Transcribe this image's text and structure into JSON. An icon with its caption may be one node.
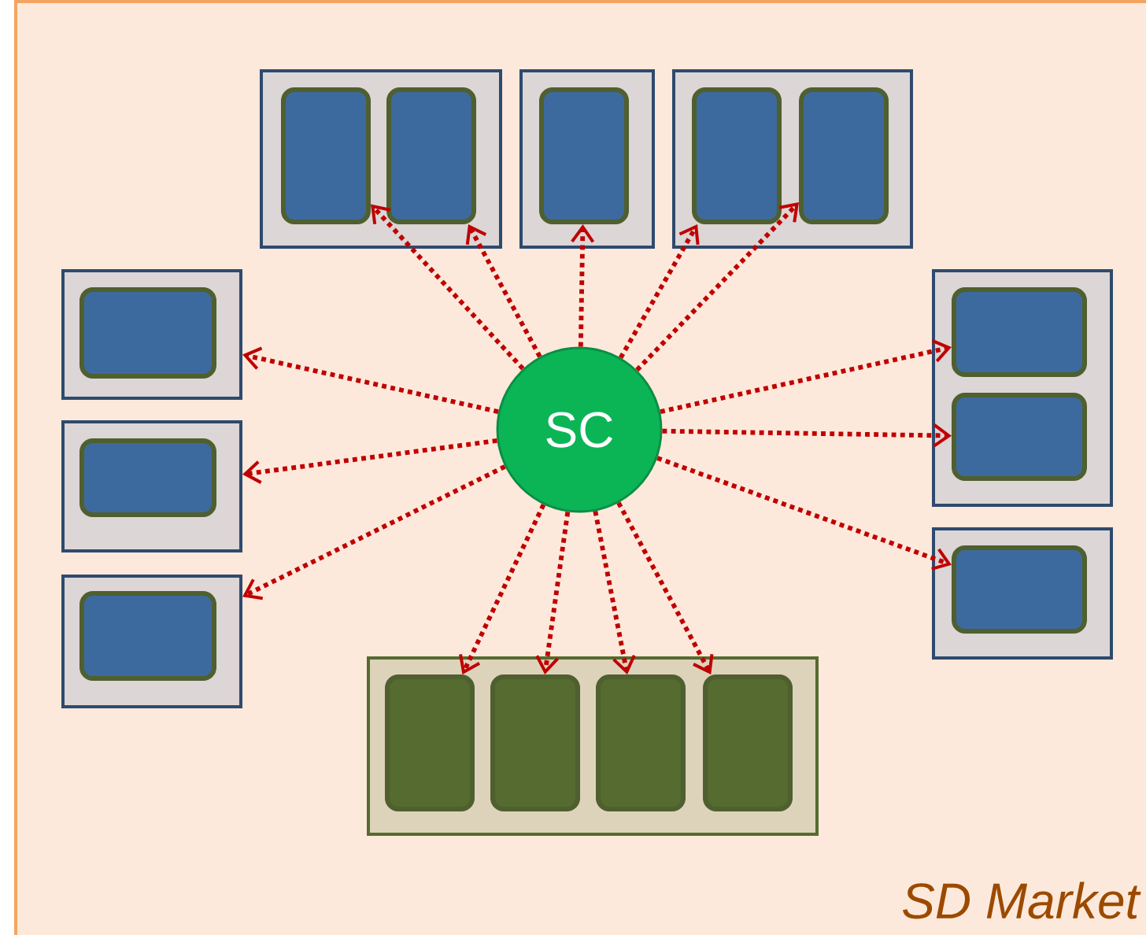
{
  "diagram": {
    "nodes": [
      {
        "text": [],
        "shape": "box"
      },
      {
        "text": [],
        "shape": "box",
        "in": 0
      },
      {
        "text": [],
        "shape": "box",
        "in": 0
      },
      {
        "text": [],
        "shape": "box"
      },
      {
        "text": [],
        "shape": "box",
        "in": 3
      },
      {
        "text": [],
        "shape": "box"
      },
      {
        "text": [],
        "shape": "box",
        "in": 5
      },
      {
        "text": [],
        "shape": "box",
        "in": 5
      },
      {
        "text": [],
        "shape": "box"
      },
      {
        "text": [],
        "shape": "box",
        "in": 8
      },
      {
        "text": [],
        "shape": "box"
      },
      {
        "text": [],
        "shape": "box",
        "in": 10
      },
      {
        "text": [],
        "shape": "box"
      },
      {
        "text": [],
        "shape": "box",
        "in": 12
      },
      {
        "text": [
          "SC"
        ]
      },
      {
        "text": [],
        "shape": "box"
      },
      {
        "text": [],
        "shape": "box",
        "in": 15
      },
      {
        "text": [],
        "shape": "box",
        "in": 15
      },
      {
        "text": [],
        "shape": "box"
      },
      {
        "text": [],
        "shape": "box",
        "in": 18
      },
      {
        "text": [],
        "shape": "box"
      },
      {
        "text": [],
        "shape": "box",
        "in": 20
      },
      {
        "text": [],
        "shape": "box",
        "in": 20
      },
      {
        "text": [],
        "shape": "box",
        "in": 20
      },
      {
        "text": [],
        "shape": "box",
        "in": 20
      }
    ],
    "edges": [
      {
        "from": 14,
        "to": 1,
        "arrow": "to"
      },
      {
        "from": 14,
        "to": 2,
        "arrow": "to"
      },
      {
        "from": 14,
        "to": 4,
        "arrow": "to"
      },
      {
        "from": 14,
        "to": 6,
        "arrow": "to"
      },
      {
        "from": 14,
        "to": 7,
        "arrow": "to"
      },
      {
        "from": 14,
        "to": 8,
        "arrow": "to"
      },
      {
        "from": 14,
        "to": 10,
        "arrow": "to"
      },
      {
        "from": 14,
        "to": 12,
        "arrow": "to"
      },
      {
        "from": 14,
        "to": 16,
        "arrow": "to"
      },
      {
        "from": 14,
        "to": 17,
        "arrow": "to"
      },
      {
        "from": 14,
        "to": 19,
        "arrow": "to"
      },
      {
        "from": 14,
        "to": 21,
        "arrow": "to"
      },
      {
        "from": 14,
        "to": 22,
        "arrow": "to"
      },
      {
        "from": 14,
        "to": 23,
        "arrow": "to"
      },
      {
        "from": 14,
        "to": 24,
        "arrow": "to"
      }
    ],
    "labels": [
      "SD Market"
    ]
  }
}
